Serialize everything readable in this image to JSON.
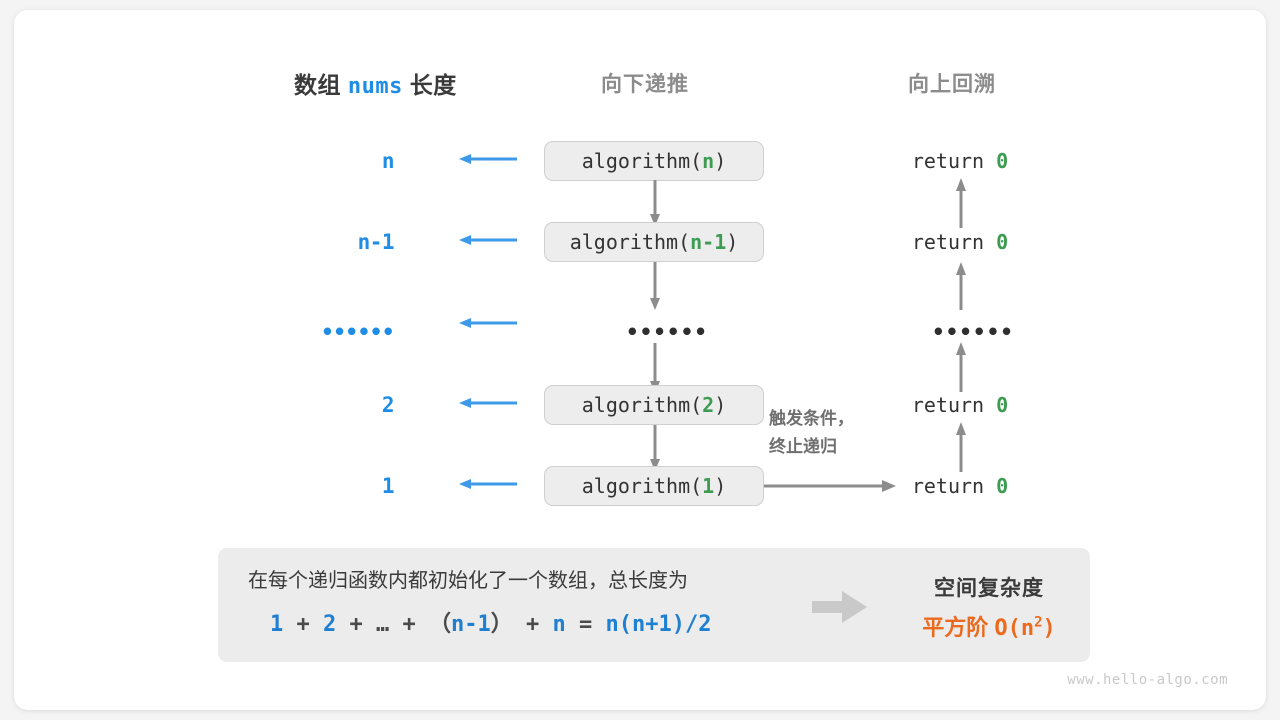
{
  "headers": {
    "left_prefix": "数组",
    "left_mono": "nums",
    "left_suffix": "长度",
    "middle": "向下递推",
    "right": "向上回溯"
  },
  "rows": [
    {
      "length": "n",
      "call_prefix": "algorithm(",
      "call_arg": "n",
      "call_suffix": ")",
      "return_text": "return",
      "return_value": "0"
    },
    {
      "length": "n-1",
      "call_prefix": "algorithm(",
      "call_arg": "n-1",
      "call_suffix": ")",
      "return_text": "return",
      "return_value": "0"
    },
    {
      "length": "••••••",
      "call_prefix": "",
      "call_arg": "",
      "call_suffix": "",
      "return_text": "",
      "return_value": ""
    },
    {
      "length": "2",
      "call_prefix": "algorithm(",
      "call_arg": "2",
      "call_suffix": ")",
      "return_text": "return",
      "return_value": "0"
    },
    {
      "length": "1",
      "call_prefix": "algorithm(",
      "call_arg": "1",
      "call_suffix": ")",
      "return_text": "return",
      "return_value": "0"
    }
  ],
  "ellipsis_glyph": "••••••",
  "note": {
    "line1": "触发条件，",
    "line2": "终止递归"
  },
  "info": {
    "description": "在每个递归函数内都初始化了一个数组，总长度为",
    "formula": {
      "t1": "1",
      "op1": "+",
      "t2": "2",
      "op2": "+",
      "t3": "…",
      "op3": "+",
      "paren_open": "（",
      "t4": "n-1",
      "paren_close": "）",
      "op4": "+",
      "t5": "n",
      "eq": "=",
      "result": "n(n+1)/2"
    },
    "complexity_title": "空间复杂度",
    "complexity_order": "平方阶",
    "complexity_big_o_base": "O(n",
    "complexity_big_o_exp": "2",
    "complexity_big_o_close": ")"
  },
  "watermark": "www.hello-algo.com",
  "colors": {
    "blue": "#1f8ce6",
    "green": "#3e9c52",
    "orange": "#ec6a1e",
    "gray_arrow": "#8c8c8c",
    "box_fill": "#ededed",
    "panel_fill": "#ececec"
  }
}
